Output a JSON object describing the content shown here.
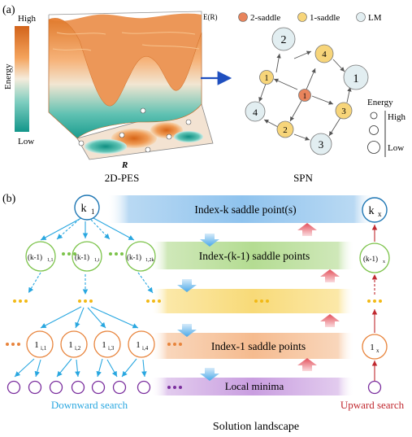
{
  "panel_a": {
    "label": "(a)",
    "colorbar": {
      "high": "High",
      "low": "Low",
      "title": "Energy"
    },
    "axis_r": "R",
    "axis_energy": "E(R)",
    "pes_caption": "2D-PES",
    "spn_caption": "SPN",
    "legend": [
      {
        "label": "2-saddle",
        "color": "#e8845c"
      },
      {
        "label": "1-saddle",
        "color": "#f7d57a"
      },
      {
        "label": "LM",
        "color": "#e2eef1"
      }
    ],
    "energy_legend": {
      "title": "Energy",
      "high": "High",
      "low": "Low"
    },
    "network_nodes": [
      {
        "id": "2",
        "type": "LM"
      },
      {
        "id": "4",
        "type": "1-saddle"
      },
      {
        "id": "1",
        "type": "1-saddle"
      },
      {
        "id": "1",
        "type": "LM"
      },
      {
        "id": "1",
        "type": "2-saddle"
      },
      {
        "id": "4",
        "type": "LM"
      },
      {
        "id": "3",
        "type": "1-saddle"
      },
      {
        "id": "2",
        "type": "1-saddle"
      },
      {
        "id": "3",
        "type": "LM"
      }
    ],
    "colors": {
      "orange": "#e07a2c",
      "teal": "#2aa89a",
      "arrow": "#1f4fbf"
    }
  },
  "panel_b": {
    "label": "(b)",
    "bands": {
      "k": "Index-k saddle point(s)",
      "km1": "Index-(k-1) saddle points",
      "one": "Index-1 saddle points",
      "lm": "Local minima"
    },
    "nodes": {
      "k_main": "k",
      "k_main_sub": "1",
      "kx": "k",
      "kx_sub": "x",
      "km1_1": "(k-1)",
      "km1_1_sub": "1,1",
      "km1_2": "(k-1)",
      "km1_2_sub": "1,i",
      "km1_3": "(k-1)",
      "km1_3_sub": "1,2k",
      "km1_x": "(k-1)",
      "km1_x_sub": "x",
      "l1": "1",
      "l1_sub": "i,1",
      "l2": "1",
      "l2_sub": "i,2",
      "l3": "1",
      "l3_sub": "i,3",
      "l4": "1",
      "l4_sub": "i,4",
      "lx": "1",
      "lx_sub": "x"
    },
    "downward": "Downward search",
    "upward": "Upward search",
    "footer": "Solution landscape",
    "colors": {
      "blue": "#1f77b4",
      "green": "#7cc34a",
      "yellow": "#f2b916",
      "orange": "#e8843c",
      "purple": "#7b2f9e",
      "red": "#c0282f",
      "down_text": "#29a7e0",
      "up_text": "#c0282f"
    }
  }
}
